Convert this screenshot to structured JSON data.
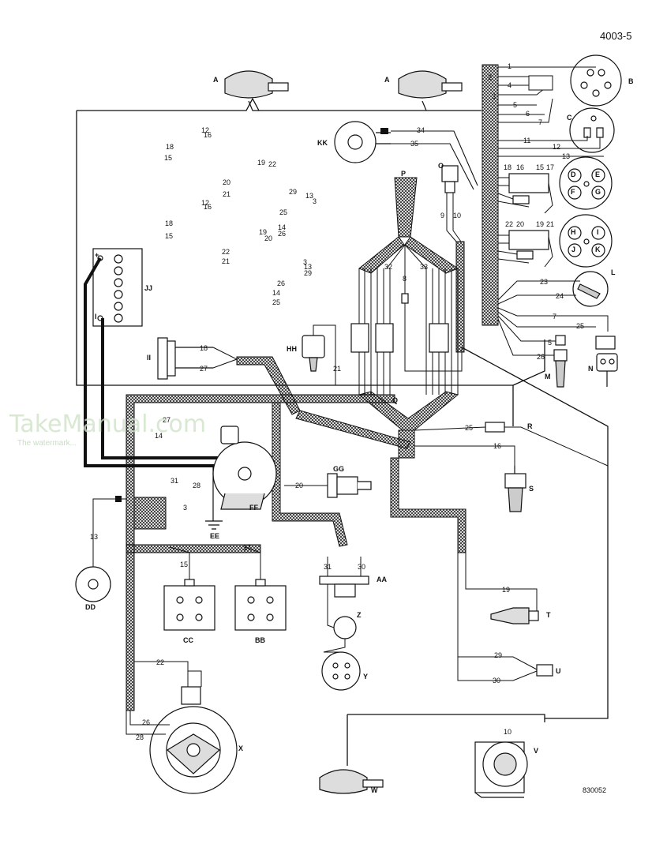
{
  "page_ref": "4003-5",
  "figure_ref": "830052",
  "watermark": {
    "brand": "TakeManual.com",
    "note": "The watermark..."
  },
  "components": {
    "A1": "A",
    "A2": "A",
    "B": "B",
    "C": "C",
    "KK": "KK",
    "O": "O",
    "P": "P",
    "JJ": "JJ",
    "L": "L",
    "II": "II",
    "HH": "HH",
    "M": "M",
    "N": "N",
    "Q": "Q",
    "R": "R",
    "S": "S",
    "GG": "GG",
    "FF": "FF",
    "EE": "EE",
    "DD": "DD",
    "CC": "CC",
    "BB": "BB",
    "AA": "AA",
    "Z": "Z",
    "Y": "Y",
    "T": "T",
    "U": "U",
    "X": "X",
    "W": "W",
    "V": "V"
  },
  "battery_terminals": {
    "plus": "+",
    "minus": "I"
  },
  "connector_pins": {
    "D": "D",
    "E": "E",
    "F": "F",
    "G": "G",
    "H": "H",
    "I": "I",
    "J": "J",
    "K": "K"
  },
  "wires": [
    "1",
    "2",
    "4",
    "3",
    "5",
    "6",
    "7",
    "11",
    "12",
    "13",
    "34",
    "35",
    "9",
    "10",
    "18",
    "16",
    "15",
    "17",
    "22",
    "20",
    "19",
    "21",
    "32",
    "8",
    "33",
    "23",
    "24",
    "7",
    "25",
    "5",
    "26",
    "18",
    "27",
    "21",
    "27",
    "14",
    "25",
    "16",
    "31",
    "28",
    "3",
    "20",
    "13",
    "17",
    "15",
    "31",
    "30",
    "19",
    "29",
    "30",
    "22",
    "26",
    "28",
    "10",
    "12",
    "16",
    "18",
    "15",
    "19",
    "22",
    "20",
    "21",
    "29",
    "13",
    "25",
    "3",
    "14",
    "26",
    "12",
    "18",
    "16",
    "15",
    "22",
    "19",
    "20",
    "21",
    "3",
    "13",
    "26",
    "29",
    "14",
    "25"
  ]
}
